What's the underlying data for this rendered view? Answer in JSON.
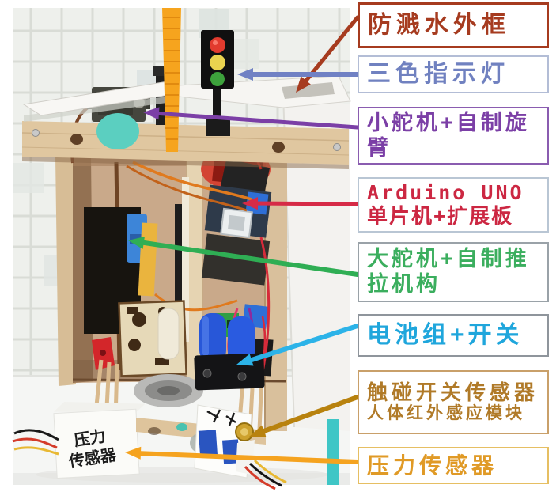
{
  "labels": [
    {
      "text_lines": [
        "防溅水外框"
      ],
      "text_color": "#a63b1f",
      "border_color": "#a63b1f",
      "arrow_color": "#a63b1f"
    },
    {
      "text_lines": [
        "三色指示灯"
      ],
      "text_color": "#7081c0",
      "border_color": "#b3bdd6",
      "arrow_color": "#7081c4"
    },
    {
      "text_lines": [
        "小舵机+自制旋",
        "臂"
      ],
      "text_color": "#7b3fa6",
      "border_color": "#8a5cb0",
      "arrow_color": "#7b3fa6"
    },
    {
      "text_lines": [
        "Arduino UNO",
        "单片机+扩展板"
      ],
      "text_color": "#cc2742",
      "border_color": "#b9c6d4",
      "arrow_color": "#d62b47"
    },
    {
      "text_lines": [
        "大舵机+自制推",
        "拉机构"
      ],
      "text_color": "#3bae5e",
      "border_color": "#9aa2a8",
      "arrow_color": "#2fae54"
    },
    {
      "text_lines": [
        "电池组+开关"
      ],
      "text_color": "#1fa6dc",
      "border_color": "#8f959c",
      "arrow_color": "#2cb3e8"
    },
    {
      "text_lines": [
        "触碰开关传感器",
        "人体红外感应模块"
      ],
      "text_color": "#b07a28",
      "border_color": "#c9a06a",
      "arrow_color": "#b8820e"
    },
    {
      "text_lines": [
        "压力传感器"
      ],
      "text_color": "#e09a26",
      "border_color": "#e6bf63",
      "arrow_color": "#f5a31f"
    }
  ],
  "photo": {
    "traffic_light": {
      "red": "#e23b2e",
      "yellow": "#ead34f",
      "green": "#3da23c"
    },
    "handwriting": {
      "pressure_box_line1": "压力",
      "pressure_box_line2": "传感器"
    }
  }
}
